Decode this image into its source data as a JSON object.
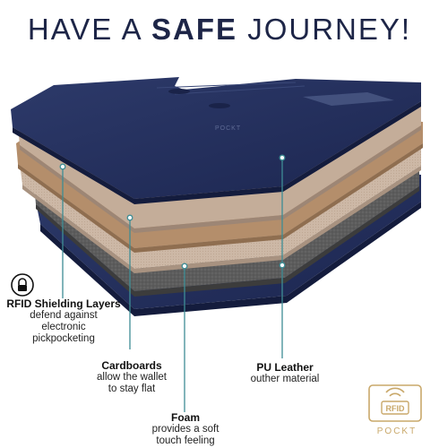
{
  "headline": {
    "part1": "HAVE A ",
    "bold": "SAFE",
    "part2": " JOURNEY!"
  },
  "callouts": {
    "rfid": {
      "title": "RFID Shielding Layers",
      "l1": "defend against",
      "l2": "electronic",
      "l3": "pickpocketing"
    },
    "cardboards": {
      "title": "Cardboards",
      "l1": "allow the wallet",
      "l2": "to stay flat"
    },
    "pu": {
      "title": "PU Leather",
      "l1": "outher material"
    },
    "foam": {
      "title": "Foam",
      "l1": "provides a soft",
      "l2": "touch feeling"
    }
  },
  "badge": {
    "text": "RFID"
  },
  "brand": {
    "text": "POCKT",
    "embossed": "POCKT"
  },
  "colors": {
    "navy": "#23305c",
    "tan": "#b58f6c",
    "fabric": "#c9b3a0",
    "foam": "#5e5e5e",
    "teal": "#3e8d95"
  },
  "icons": [
    "lock-icon",
    "rfid-waves-icon"
  ]
}
